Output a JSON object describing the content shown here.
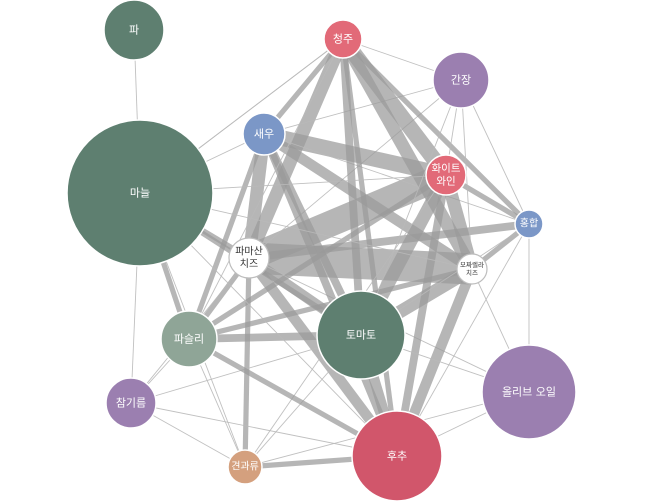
{
  "chart_data": {
    "type": "network",
    "nodes": [
      {
        "id": "pa",
        "label": [
          "파"
        ],
        "color": "#5e7f70"
      },
      {
        "id": "cheongju",
        "label": [
          "청주"
        ],
        "color": "#e26a78"
      },
      {
        "id": "ganjang",
        "label": [
          "간장"
        ],
        "color": "#9b7fb0"
      },
      {
        "id": "saewoo",
        "label": [
          "새우"
        ],
        "color": "#7b97c7"
      },
      {
        "id": "maneul",
        "label": [
          "마늘"
        ],
        "color": "#5e7f70"
      },
      {
        "id": "white_wine",
        "label": [
          "화이트",
          "와인"
        ],
        "color": "#e26a78"
      },
      {
        "id": "honghap",
        "label": [
          "홍합"
        ],
        "color": "#7b97c7"
      },
      {
        "id": "parmesan",
        "label": [
          "파마산",
          "치즈"
        ],
        "color": "#ffffff"
      },
      {
        "id": "mozzarella",
        "label": [
          "모짜렐라",
          "치즈"
        ],
        "color": "#ffffff"
      },
      {
        "id": "parsley",
        "label": [
          "파슬리"
        ],
        "color": "#8fa597"
      },
      {
        "id": "tomato",
        "label": [
          "토마토"
        ],
        "color": "#5e7f70"
      },
      {
        "id": "olive_oil",
        "label": [
          "올리브 오일"
        ],
        "color": "#9b7fb0"
      },
      {
        "id": "chamgireum",
        "label": [
          "참기름"
        ],
        "color": "#9b7fb0"
      },
      {
        "id": "huchu",
        "label": [
          "후추"
        ],
        "color": "#d1566b"
      },
      {
        "id": "gyeongwaryu",
        "label": [
          "견과류"
        ],
        "color": "#d4a07e"
      }
    ],
    "edges": [
      [
        "parmesan",
        "white_wine",
        10
      ],
      [
        "parmesan",
        "mozzarella",
        12
      ],
      [
        "parmesan",
        "cheongju",
        5
      ],
      [
        "parmesan",
        "saewoo",
        5
      ],
      [
        "parmesan",
        "tomato",
        4
      ],
      [
        "parmesan",
        "huchu",
        4
      ],
      [
        "parmesan",
        "honghap",
        3
      ],
      [
        "parmesan",
        "maneul",
        2
      ],
      [
        "parmesan",
        "parsley",
        2
      ],
      [
        "parmesan",
        "gyeongwaryu",
        2
      ],
      [
        "parmesan",
        "olive_oil",
        1
      ],
      [
        "parmesan",
        "chamgireum",
        1
      ],
      [
        "parmesan",
        "ganjang",
        1
      ],
      [
        "saewoo",
        "white_wine",
        6
      ],
      [
        "saewoo",
        "mozzarella",
        4
      ],
      [
        "saewoo",
        "tomato",
        3
      ],
      [
        "saewoo",
        "huchu",
        3
      ],
      [
        "saewoo",
        "cheongju",
        2
      ],
      [
        "saewoo",
        "maneul",
        1
      ],
      [
        "saewoo",
        "parsley",
        2
      ],
      [
        "saewoo",
        "honghap",
        1
      ],
      [
        "saewoo",
        "ganjang",
        1
      ],
      [
        "cheongju",
        "white_wine",
        6
      ],
      [
        "cheongju",
        "mozzarella",
        5
      ],
      [
        "cheongju",
        "tomato",
        3
      ],
      [
        "cheongju",
        "huchu",
        2
      ],
      [
        "cheongju",
        "honghap",
        2
      ],
      [
        "cheongju",
        "ganjang",
        1
      ],
      [
        "cheongju",
        "parsley",
        1
      ],
      [
        "cheongju",
        "maneul",
        1
      ],
      [
        "white_wine",
        "mozzarella",
        5
      ],
      [
        "white_wine",
        "tomato",
        5
      ],
      [
        "white_wine",
        "huchu",
        3
      ],
      [
        "white_wine",
        "honghap",
        2
      ],
      [
        "white_wine",
        "parsley",
        2
      ],
      [
        "white_wine",
        "ganjang",
        1
      ],
      [
        "white_wine",
        "maneul",
        1
      ],
      [
        "white_wine",
        "gyeongwaryu",
        1
      ],
      [
        "mozzarella",
        "tomato",
        5
      ],
      [
        "mozzarella",
        "huchu",
        4
      ],
      [
        "mozzarella",
        "honghap",
        2
      ],
      [
        "mozzarella",
        "parsley",
        2
      ],
      [
        "mozzarella",
        "ganjang",
        1
      ],
      [
        "mozzarella",
        "olive_oil",
        1
      ],
      [
        "mozzarella",
        "maneul",
        1
      ],
      [
        "tomato",
        "huchu",
        4
      ],
      [
        "tomato",
        "parsley",
        3
      ],
      [
        "tomato",
        "maneul",
        2
      ],
      [
        "tomato",
        "olive_oil",
        1
      ],
      [
        "tomato",
        "honghap",
        1
      ],
      [
        "tomato",
        "gyeongwaryu",
        1
      ],
      [
        "tomato",
        "chamgireum",
        1
      ],
      [
        "huchu",
        "parsley",
        2
      ],
      [
        "huchu",
        "gyeongwaryu",
        2
      ],
      [
        "huchu",
        "chamgireum",
        1
      ],
      [
        "huchu",
        "olive_oil",
        1
      ],
      [
        "huchu",
        "maneul",
        1
      ],
      [
        "huchu",
        "honghap",
        1
      ],
      [
        "parsley",
        "maneul",
        2
      ],
      [
        "parsley",
        "gyeongwaryu",
        1
      ],
      [
        "parsley",
        "chamgireum",
        1
      ],
      [
        "honghap",
        "olive_oil",
        1
      ],
      [
        "honghap",
        "ganjang",
        1
      ],
      [
        "maneul",
        "pa",
        1
      ],
      [
        "maneul",
        "chamgireum",
        1
      ],
      [
        "maneul",
        "gyeongwaryu",
        1
      ],
      [
        "maneul",
        "cheongju",
        1
      ],
      [
        "chamgireum",
        "gyeongwaryu",
        1
      ],
      [
        "ganjang",
        "tomato",
        1
      ],
      [
        "gyeongwaryu",
        "olive_oil",
        1
      ]
    ]
  }
}
